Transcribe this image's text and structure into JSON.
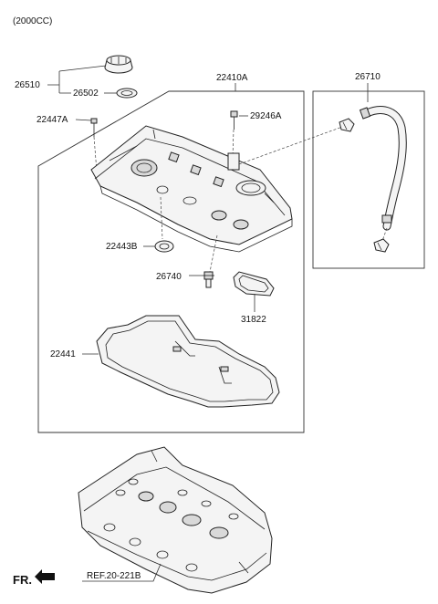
{
  "header": {
    "engine": "(2000CC)"
  },
  "parts": {
    "p26510": "26510",
    "p26502": "26502",
    "p22447A": "22447A",
    "p22410A": "22410A",
    "p29246A": "29246A",
    "p26710": "26710",
    "p22443B": "22443B",
    "p26740": "26740",
    "p31822": "31822",
    "p22441": "22441"
  },
  "reference": {
    "label": "REF.20-221B"
  },
  "direction": {
    "label": "FR."
  }
}
